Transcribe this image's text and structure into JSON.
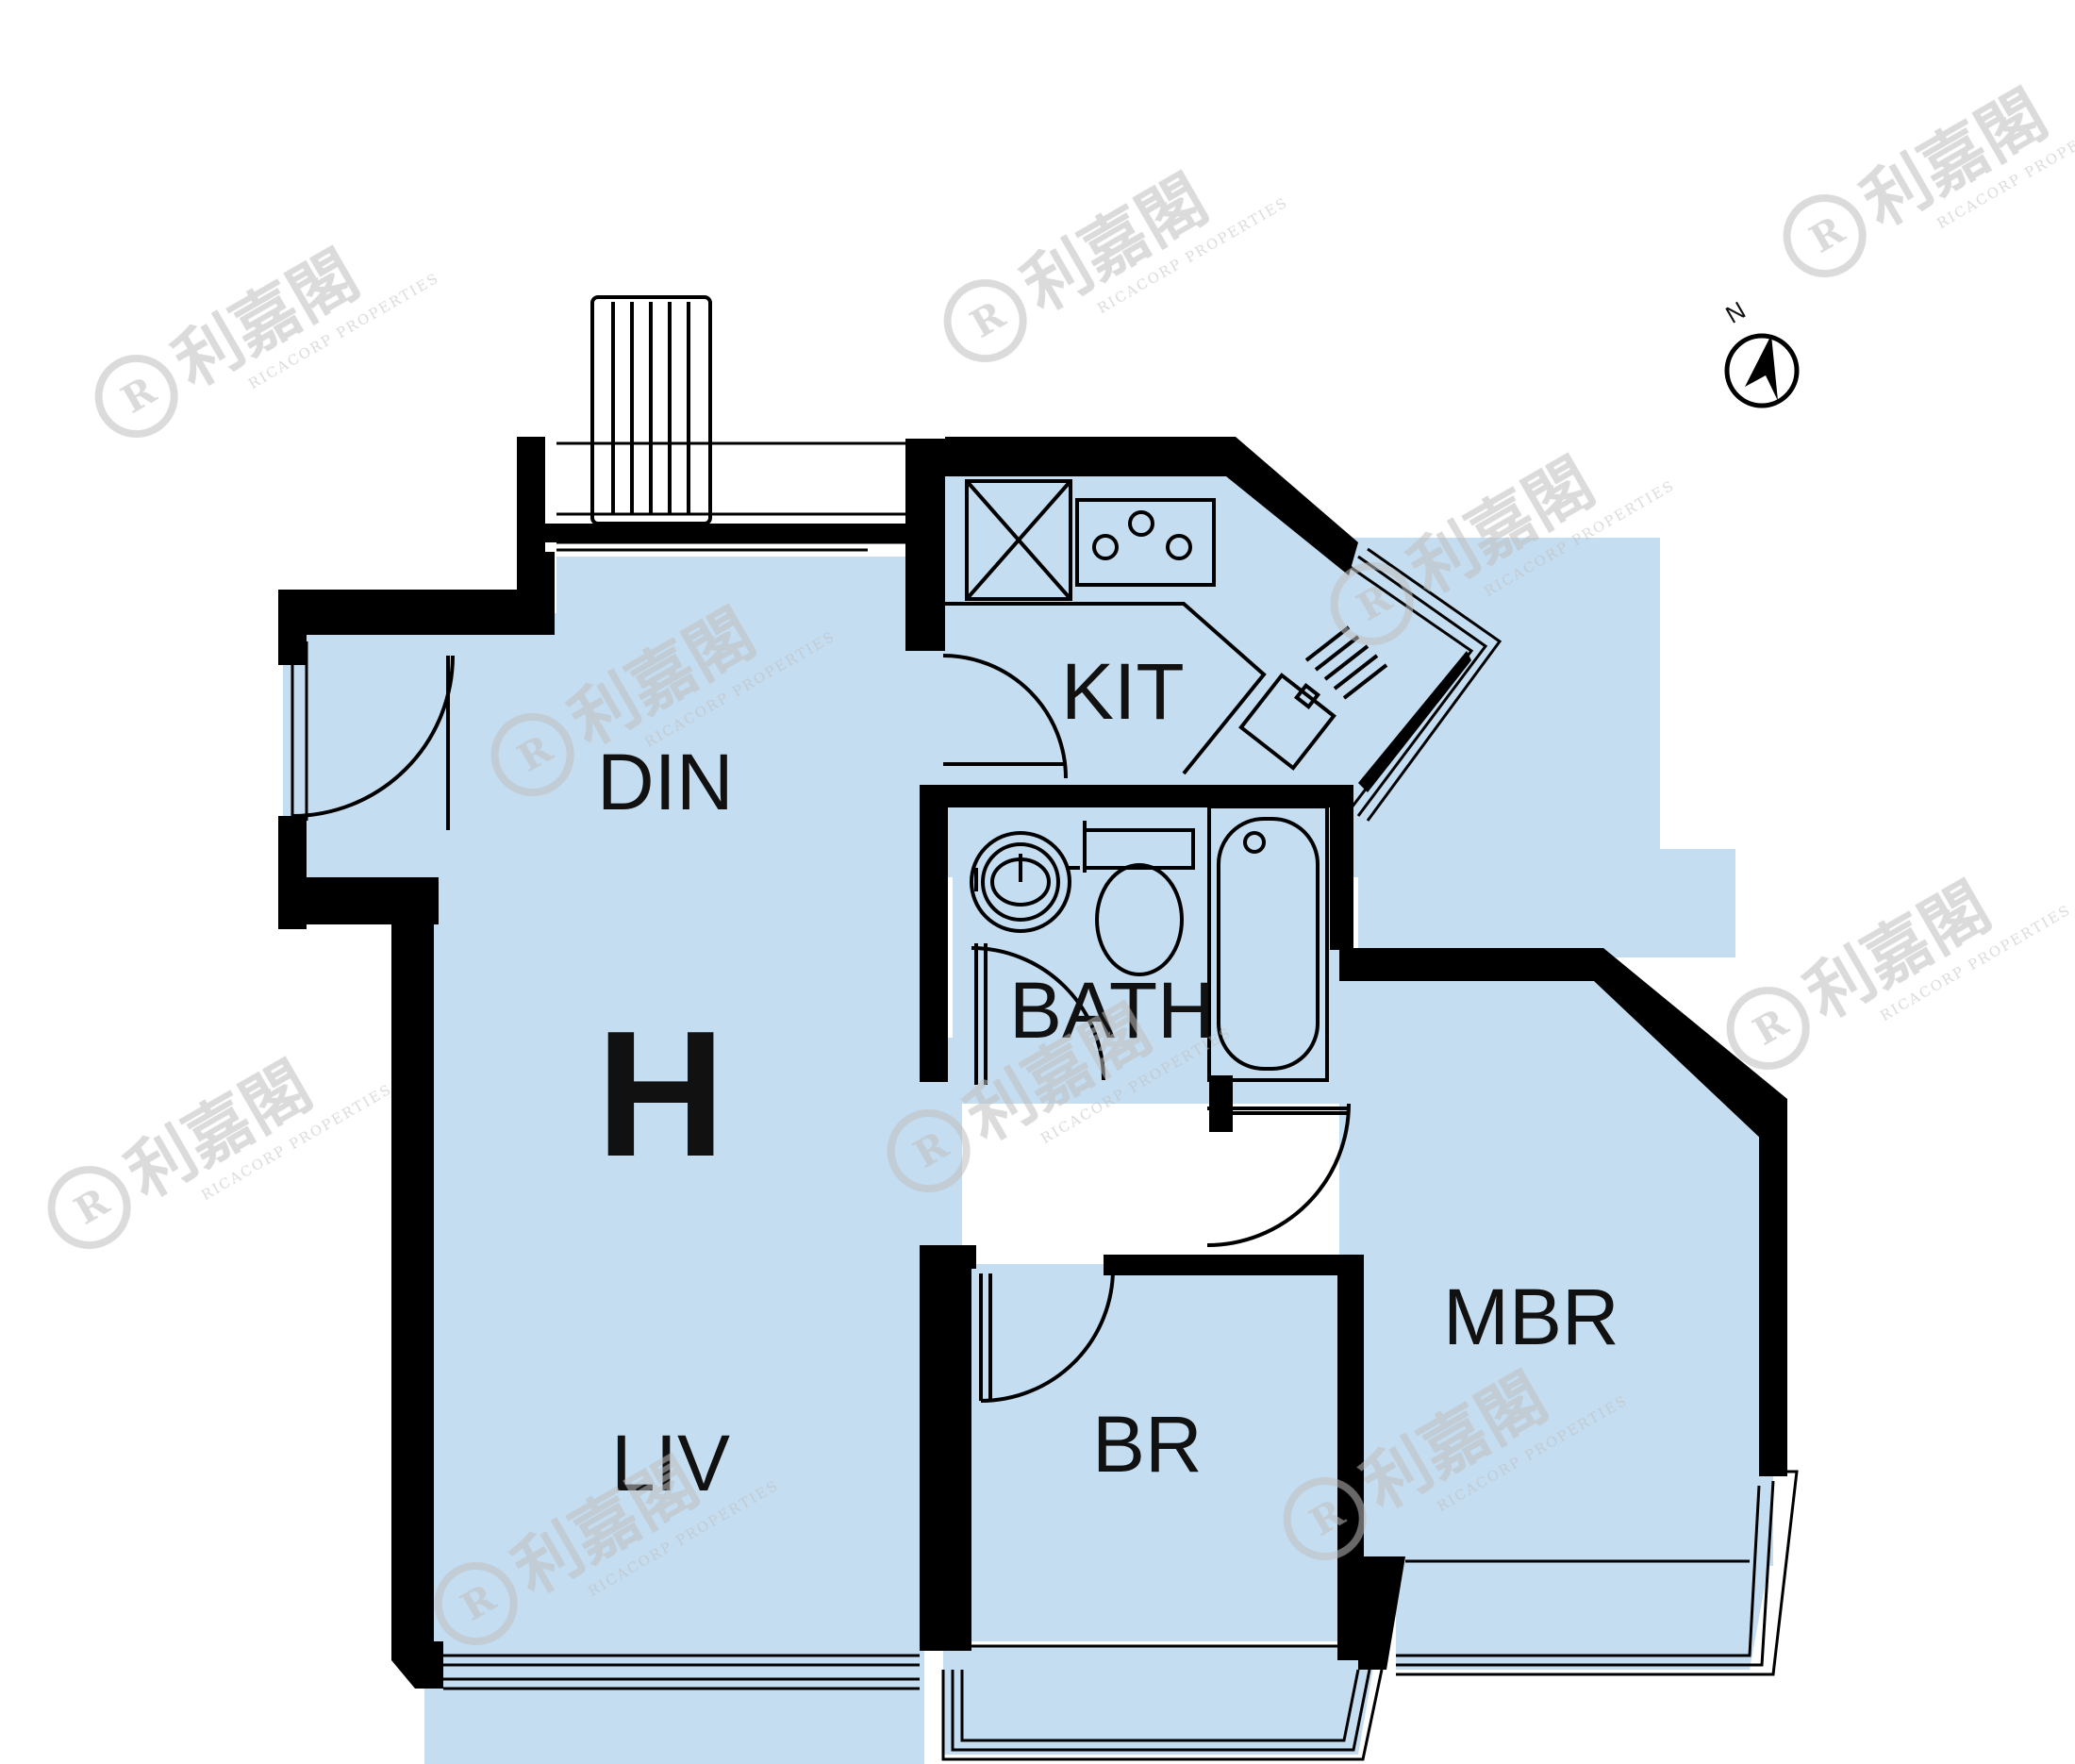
{
  "unit": {
    "label": "H"
  },
  "rooms": {
    "din": "DIN",
    "kit": "KIT",
    "bath": "BATH",
    "liv": "LIV",
    "br": "BR",
    "mbr": "MBR"
  },
  "compass": {
    "label": "N"
  },
  "watermark": {
    "brand_cn": "利嘉閣",
    "brand_en": "RICACORP PROPERTIES",
    "badge": "R"
  },
  "colors": {
    "floor": "#c5ddf0",
    "wall": "#000000",
    "watermark": "#bdbdbd"
  }
}
